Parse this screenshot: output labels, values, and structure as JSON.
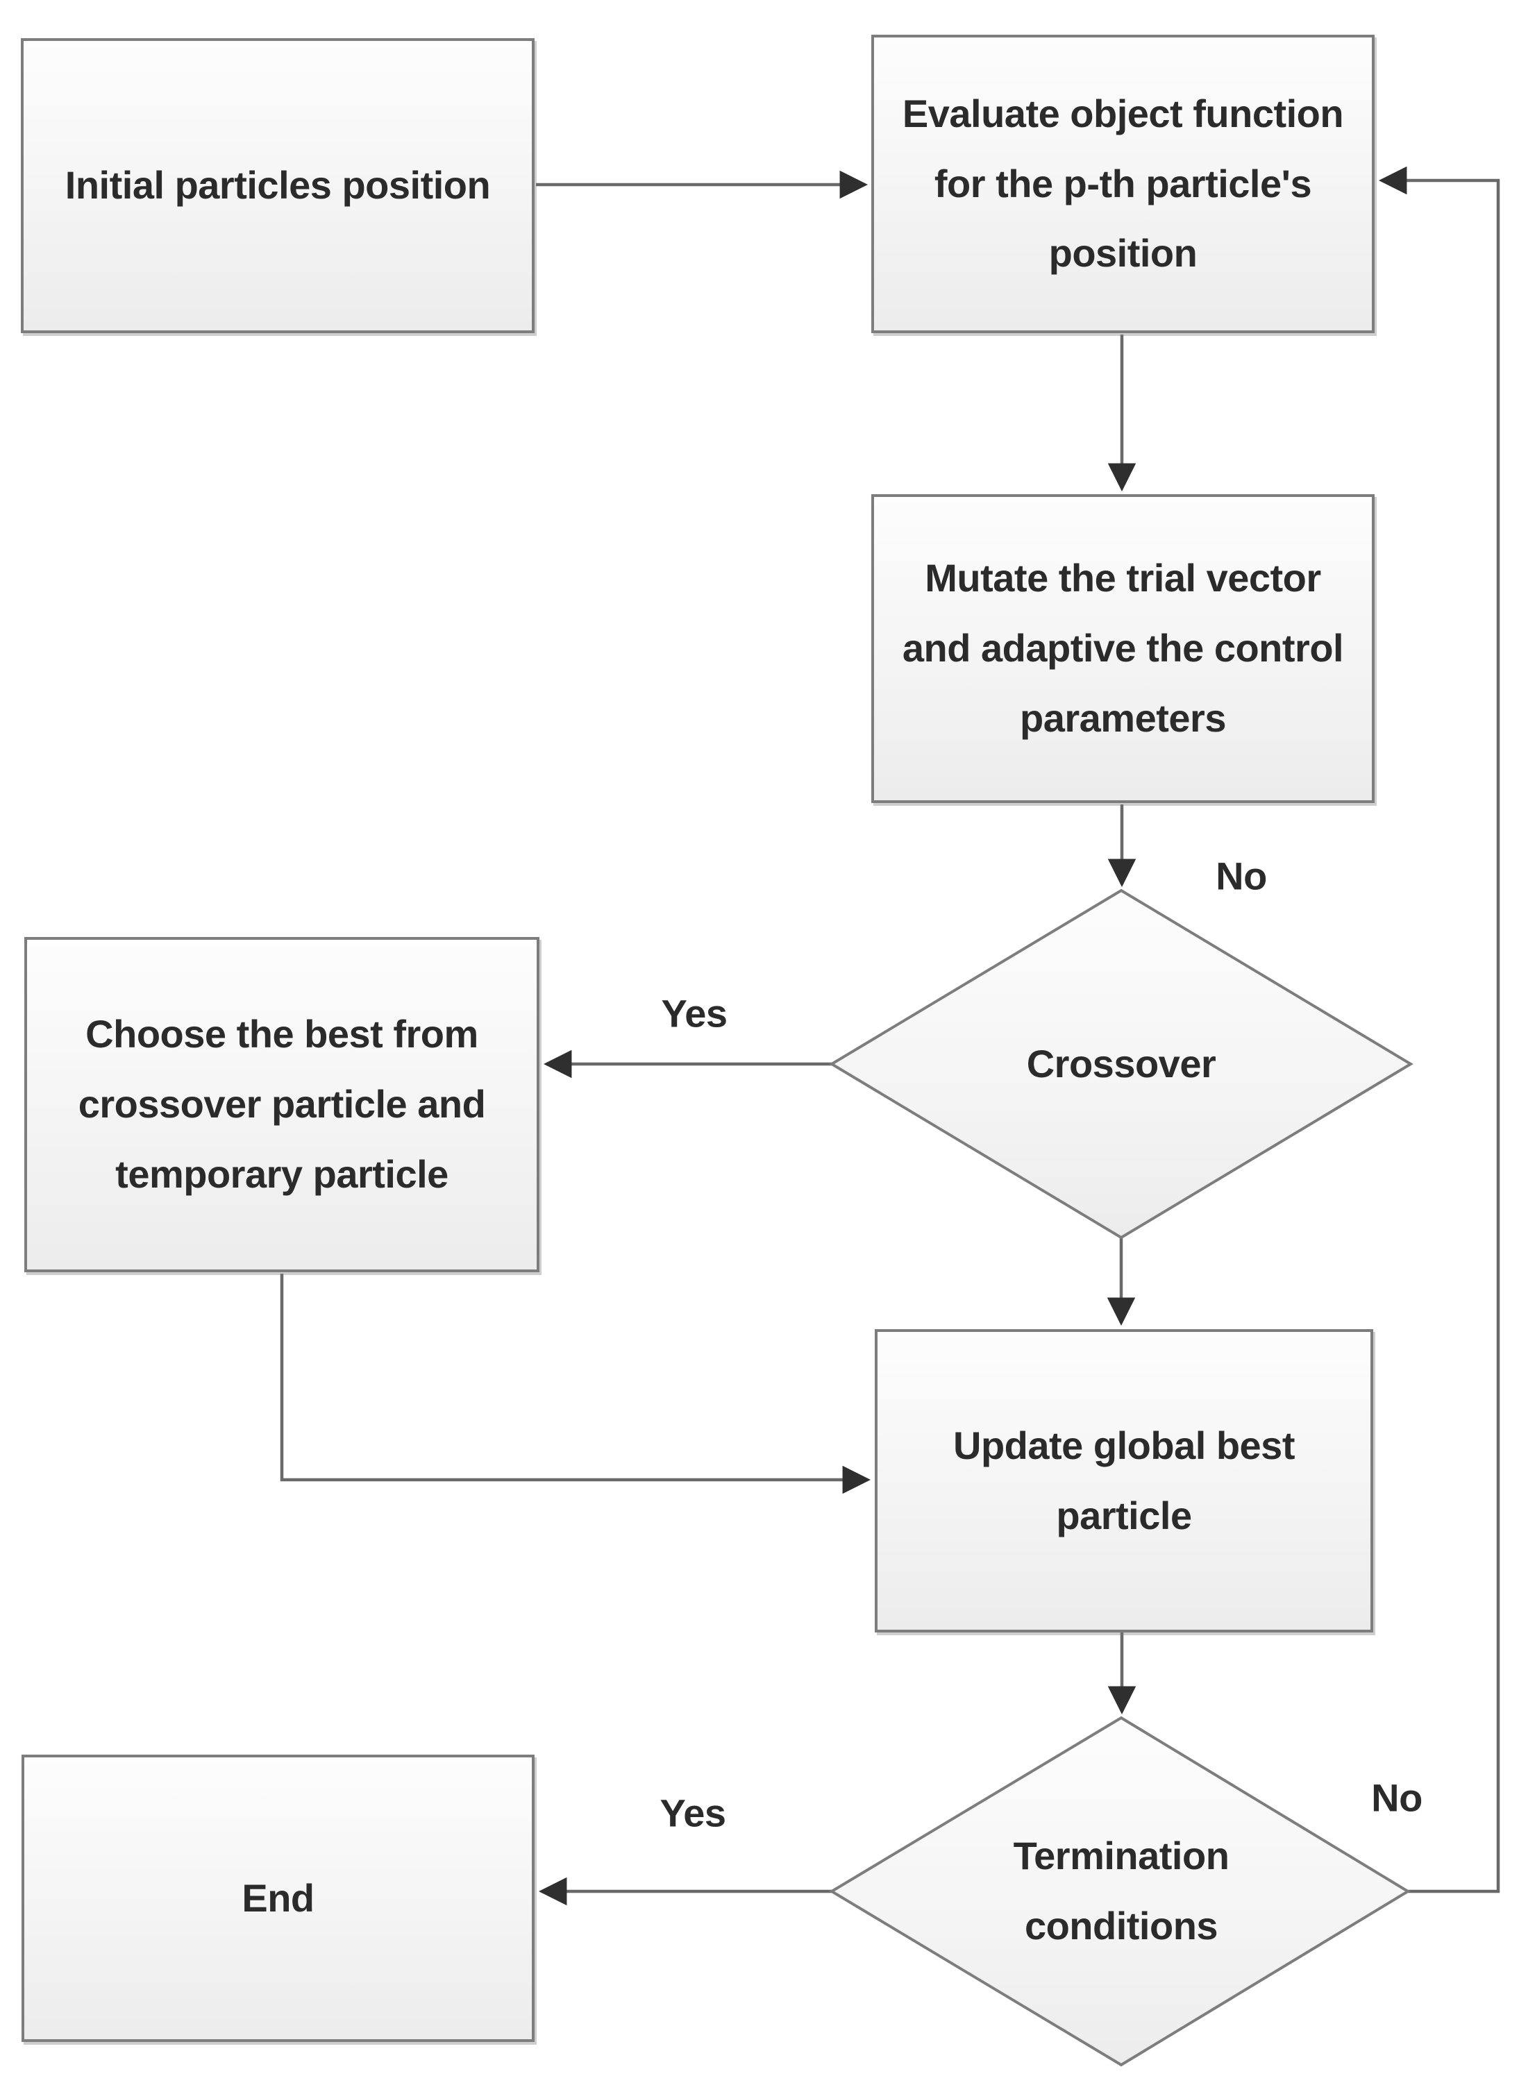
{
  "figure": {
    "title": "particle-swarm-differential-evolution-flowchart"
  },
  "nodes": {
    "initial": {
      "label": "Initial particles position"
    },
    "evaluate": {
      "label": "Evaluate object function\nfor the p-th particle's\nposition"
    },
    "mutate": {
      "label": "Mutate the trial vector\nand adaptive the control\nparameters"
    },
    "crossover": {
      "label": "Crossover"
    },
    "choose": {
      "label": "Choose the best from\ncrossover particle and\ntemporary particle"
    },
    "update": {
      "label": "Update global best\nparticle"
    },
    "termination": {
      "label": "Termination\nconditions"
    },
    "end": {
      "label": "End"
    }
  },
  "edge_labels": {
    "crossover_no": "No",
    "crossover_yes": "Yes",
    "termination_yes": "Yes",
    "termination_no": "No"
  },
  "colors": {
    "background": "#ffffff",
    "node_fill": "#f4f4f4",
    "node_border": "#7d7d7d",
    "connector": "#696969",
    "arrowhead": "#2f2f2f",
    "text": "#2b2b2b"
  }
}
